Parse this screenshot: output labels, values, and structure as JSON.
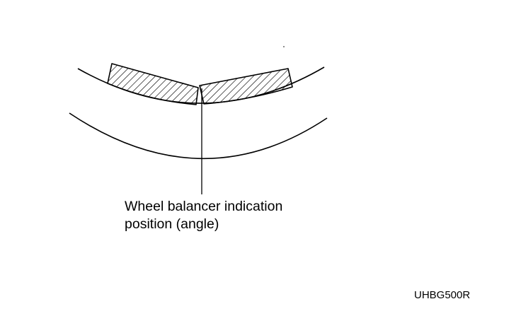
{
  "diagram": {
    "callout_line1": "Wheel balancer indication",
    "callout_line2": "position (angle)",
    "reference_code": "UHBG500R"
  },
  "colors": {
    "ink": "#000000",
    "background": "#ffffff"
  }
}
